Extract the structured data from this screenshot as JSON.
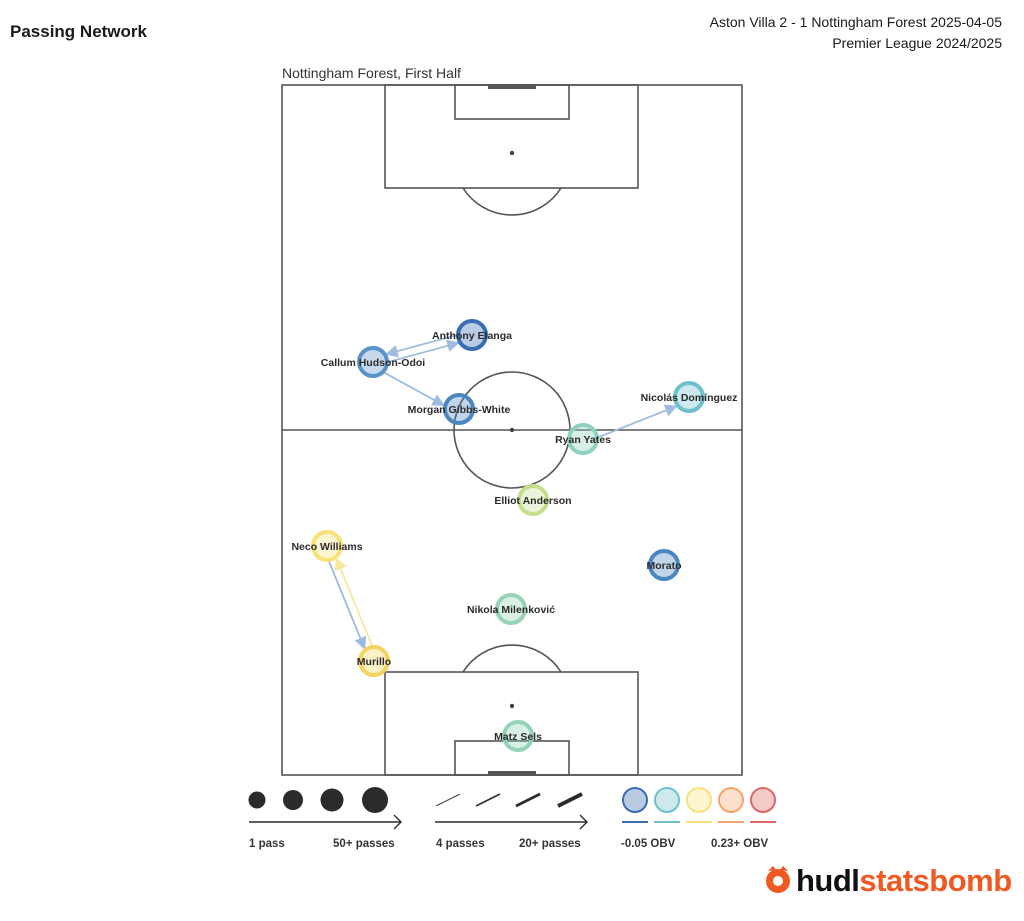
{
  "header": {
    "title": "Passing Network",
    "match_line1": "Aston Villa 2 - 1 Nottingham Forest 2025-04-05",
    "match_line2": "Premier League 2024/2025",
    "subtitle": "Nottingham Forest, First Half"
  },
  "players": [
    {
      "name": "Anthony Elanga",
      "color": "#3a6db3"
    },
    {
      "name": "Callum Hudson-Odoi",
      "color": "#5b93c8"
    },
    {
      "name": "Morgan Gibbs-White",
      "color": "#4a86c0"
    },
    {
      "name": "Nicolás Domínguez",
      "color": "#6ec1cc"
    },
    {
      "name": "Ryan Yates",
      "color": "#8fd1bf"
    },
    {
      "name": "Elliot Anderson",
      "color": "#c5df8e"
    },
    {
      "name": "Neco Williams",
      "color": "#f7e27a"
    },
    {
      "name": "Morato",
      "color": "#4a86c0"
    },
    {
      "name": "Nikola Milenković",
      "color": "#95d3b7"
    },
    {
      "name": "Murillo",
      "color": "#f5d35e"
    },
    {
      "name": "Matz Sels",
      "color": "#95d3b7"
    }
  ],
  "passes": [
    {
      "from": "Callum Hudson-Odoi",
      "to": "Anthony Elanga",
      "color": "#9fbbe0"
    },
    {
      "from": "Anthony Elanga",
      "to": "Callum Hudson-Odoi",
      "color": "#9fbbe0"
    },
    {
      "from": "Callum Hudson-Odoi",
      "to": "Morgan Gibbs-White",
      "color": "#9fbbe0"
    },
    {
      "from": "Ryan Yates",
      "to": "Nicolás Domínguez",
      "color": "#9fbbe0"
    },
    {
      "from": "Neco Williams",
      "to": "Murillo",
      "color": "#9fbbe0"
    },
    {
      "from": "Murillo",
      "to": "Neco Williams",
      "color": "#f7e99c"
    }
  ],
  "legend": {
    "size_min": "1 pass",
    "size_max": "50+ passes",
    "width_min": "4 passes",
    "width_max": "20+ passes",
    "obv_min": "-0.05 OBV",
    "obv_max": "0.23+ OBV",
    "obv_colors": [
      "#3a6db3",
      "#6ec1cc",
      "#f7e27a",
      "#f5a56a",
      "#e06767"
    ]
  },
  "brand": {
    "hudl": "hudl",
    "statsbomb": "statsbomb"
  }
}
